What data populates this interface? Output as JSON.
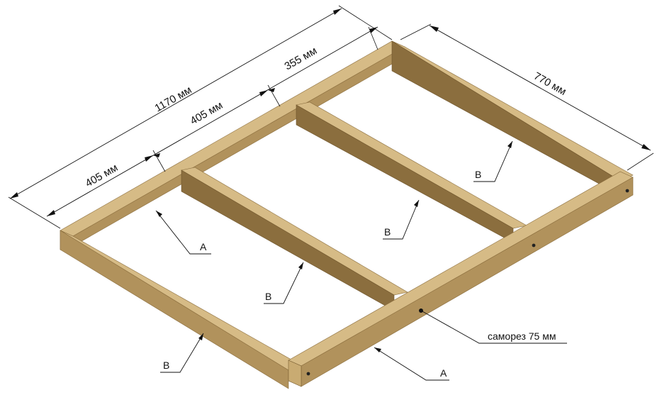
{
  "dimensions": {
    "overall_length": "1170 мм",
    "span_1": "405 мм",
    "span_2": "405 мм",
    "span_3": "355 мм",
    "width": "770 мм"
  },
  "callouts": {
    "a_left": "А",
    "a_bottom": "А",
    "b_left_front": "В",
    "b_middle_1": "В",
    "b_middle_2": "В",
    "b_right": "В",
    "screw": "саморез 75 мм"
  },
  "colors": {
    "wood_top": "#d6bb86",
    "wood_side": "#b1925c",
    "wood_dark": "#8b6e3e",
    "wood_end": "#c9ab72",
    "line": "#111111"
  }
}
